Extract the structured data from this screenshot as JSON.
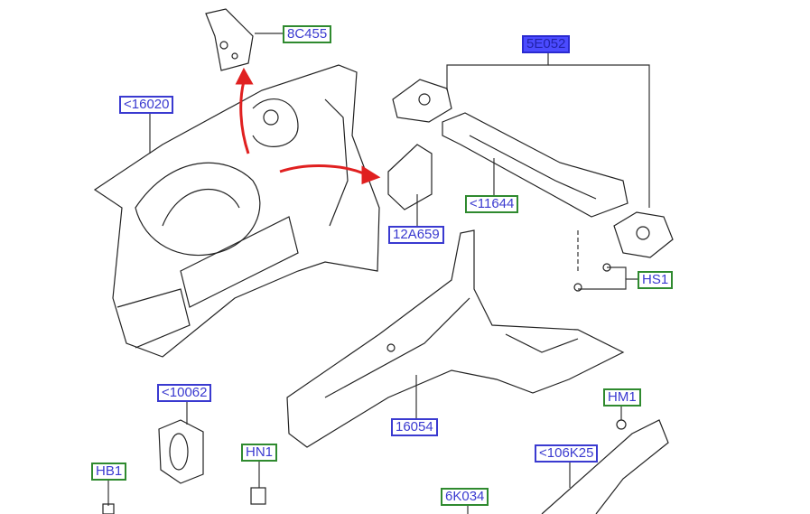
{
  "diagram": {
    "callouts": [
      {
        "id": "c1",
        "label": "8C455",
        "style": "green"
      },
      {
        "id": "c2",
        "label": "5E052",
        "style": "selected"
      },
      {
        "id": "c3",
        "label": "<16020",
        "style": "blue"
      },
      {
        "id": "c4",
        "label": "<11644",
        "style": "green"
      },
      {
        "id": "c5",
        "label": "12A659",
        "style": "blue"
      },
      {
        "id": "c6",
        "label": "HS1",
        "style": "green"
      },
      {
        "id": "c7",
        "label": "<10062",
        "style": "blue"
      },
      {
        "id": "c8",
        "label": "16054",
        "style": "blue"
      },
      {
        "id": "c9",
        "label": "HM1",
        "style": "green"
      },
      {
        "id": "c10",
        "label": "HN1",
        "style": "green"
      },
      {
        "id": "c11",
        "label": "HB1",
        "style": "green"
      },
      {
        "id": "c12",
        "label": "<106K25",
        "style": "blue"
      },
      {
        "id": "c13",
        "label": "6K034",
        "style": "green"
      }
    ],
    "colors": {
      "callout_text": "#3a3ad0",
      "green_border": "#2f8a2f",
      "blue_border": "#3a3ad0",
      "selected_fill": "#4b4bff",
      "arrow": "#e02020"
    }
  }
}
